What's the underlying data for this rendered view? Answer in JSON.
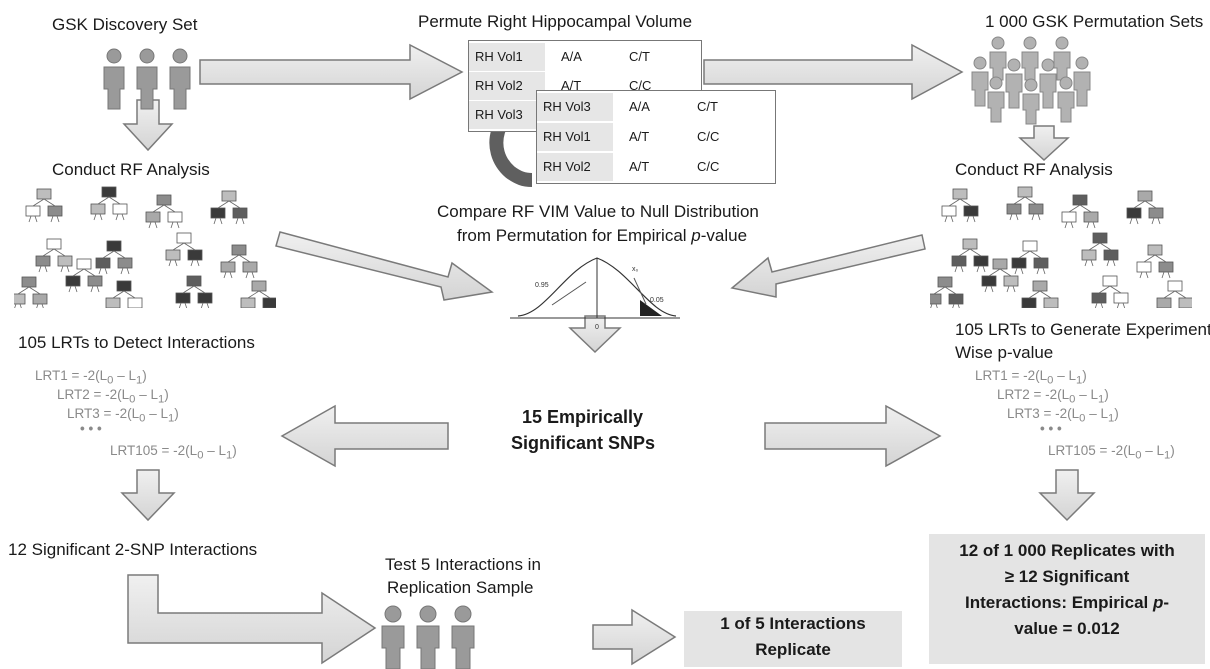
{
  "steps": {
    "discovery": "GSK Discovery Set",
    "permute": "Permute Right Hippocampal Volume",
    "perm_sets": "1 000 GSK Permutation Sets",
    "rf_left": "Conduct RF Analysis",
    "rf_right": "Conduct RF Analysis",
    "compare_line1": "Compare RF VIM Value to Null Distribution",
    "compare_line2_prefix": "from Permutation for Empirical ",
    "compare_line2_italic": "p",
    "compare_line2_suffix": "-value",
    "lrt_left": "105 LRTs to Detect Interactions",
    "lrt_right_line1": "105 LRTs to Generate Experiment-",
    "lrt_right_line2": "Wise p-value",
    "empirical_line1": "15 Empirically",
    "empirical_line2": "Significant SNPs",
    "sig_interactions": "12 Significant 2-SNP Interactions",
    "test_line1": "Test 5 Interactions in",
    "test_line2": "Replication Sample",
    "replicate_line1": "1 of 5 Interactions",
    "replicate_line2": "Replicate",
    "result_line1": "12 of 1 000 Replicates with",
    "result_line2": "≥ 12 Significant",
    "result_line3_prefix": "Interactions: Empirical ",
    "result_line3_italic": "p",
    "result_line3_suffix": "-",
    "result_line4": "value = 0.012"
  },
  "table_back": [
    [
      "RH Vol1",
      "A/A",
      "C/T"
    ],
    [
      "RH Vol2",
      "A/T",
      "C/C"
    ],
    [
      "RH Vol3",
      "",
      ""
    ]
  ],
  "table_front": [
    [
      "RH Vol3",
      "A/A",
      "C/T"
    ],
    [
      "RH Vol1",
      "A/T",
      "C/C"
    ],
    [
      "RH Vol2",
      "A/T",
      "C/C"
    ]
  ],
  "lrt_formulas": {
    "lrt1": "LRT1 = -2(L",
    "lrt2": "LRT2 = -2(L",
    "lrt3": "LRT3 = -2(L",
    "lrt105": "LRT105 = -2(L",
    "mid": " – L",
    "end": ")",
    "sub0": "0",
    "sub1": "1",
    "dots": "• • •"
  },
  "distribution_labels": {
    "left_value": "0.95",
    "right_value": "0.05",
    "axis_zero": "0",
    "top_label": "x₀"
  }
}
